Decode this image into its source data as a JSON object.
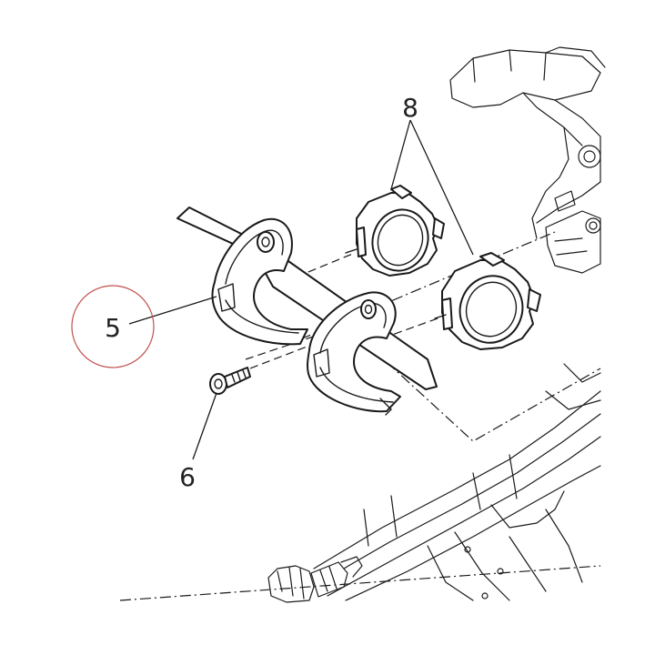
{
  "callouts": [
    {
      "id": "part-5",
      "label": "5"
    },
    {
      "id": "part-6",
      "label": "6"
    },
    {
      "id": "part-8",
      "label": "8"
    }
  ],
  "colors": {
    "line": "#1a1a1a",
    "highlight_circle": "#c0504d",
    "background": "#ffffff"
  }
}
